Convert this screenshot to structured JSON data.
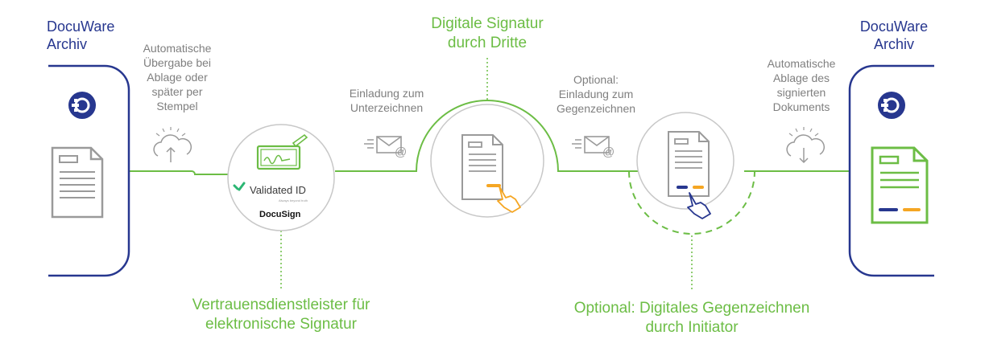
{
  "left_archive": {
    "title_line1": "DocuWare",
    "title_line2": "Archiv"
  },
  "right_archive": {
    "title_line1": "DocuWare",
    "title_line2": "Archiv"
  },
  "steps": {
    "auto_transfer": "Automatische\nÜbergabe bei\nAblage oder\nspäter per\nStempel",
    "invite_sign": "Einladung zum\nUnterzeichnen",
    "invite_countersign": "Optional:\nEinladung zum\nGegenzeichnen",
    "auto_store": "Automatische\nAblage des\nsignierten\nDokuments"
  },
  "nodes": {
    "trust_provider": "Vertrauensdienstleister für\nelektronische Signatur",
    "third_party_signature": "Digitale Signatur\ndurch Dritte",
    "initiator_countersign": "Optional: Digitales Gegenzeichnen\ndurch Initiator"
  },
  "providers": {
    "validated_id": "Validated ID",
    "validated_id_tagline": "Always beyond truth",
    "docusign": "DocuSign"
  },
  "colors": {
    "green": "#6cbd45",
    "blue": "#27378f",
    "grey": "#9a9a9a",
    "orange": "#f5a623"
  },
  "icons": [
    "docuware-logo-icon",
    "document-icon",
    "cloud-upload-icon",
    "email-icon",
    "signature-pad-icon",
    "hand-sign-icon",
    "cloud-download-icon"
  ]
}
